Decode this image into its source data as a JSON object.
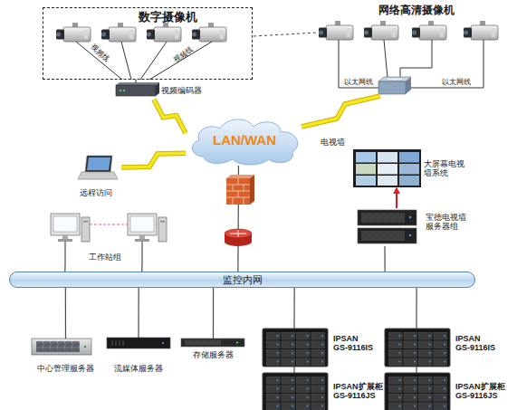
{
  "diagram": {
    "nodes": [
      {
        "text": [
          "数字摄像机"
        ]
      },
      {
        "text": [
          "视频编码器"
        ]
      },
      {
        "text": [
          "LAN/WAN"
        ]
      },
      {
        "text": [
          "远程访问"
        ]
      },
      {
        "text": [
          "工作站组"
        ]
      },
      {
        "text": [
          "监控内网"
        ]
      },
      {
        "text": [
          "电视墙",
          "大屏幕电视墙系统"
        ]
      },
      {
        "text": [
          "宝德电视墙服务器组"
        ]
      },
      {
        "text": [
          "中心管理服务器"
        ]
      },
      {
        "text": [
          "流媒体服务器"
        ]
      },
      {
        "text": [
          "存储服务器"
        ]
      },
      {
        "text": [
          "IPSAN GS-9116IS"
        ]
      },
      {
        "text": [
          "IPSAN扩展柜 GS-9116JS"
        ]
      },
      {
        "text": [
          "IPSAN GS-9116IS"
        ]
      },
      {
        "text": [
          "IPSAN扩展柜 GS-9116JS"
        ]
      }
    ],
    "edges": [
      {
        "from": 0,
        "to": 1,
        "arrow": "none"
      },
      {
        "from": 1,
        "to": 2,
        "arrow": "none"
      },
      {
        "from": 2,
        "to": 3,
        "arrow": "none"
      },
      {
        "from": 2,
        "to": 5,
        "arrow": "none"
      },
      {
        "from": 4,
        "to": 5,
        "arrow": "none"
      },
      {
        "from": 5,
        "to": 7,
        "arrow": "none"
      },
      {
        "from": 7,
        "to": 6,
        "arrow": "to"
      },
      {
        "from": 5,
        "to": 8,
        "arrow": "none"
      },
      {
        "from": 5,
        "to": 9,
        "arrow": "none"
      },
      {
        "from": 5,
        "to": 10,
        "arrow": "none"
      },
      {
        "from": 5,
        "to": 11,
        "arrow": "none"
      },
      {
        "from": 11,
        "to": 12,
        "arrow": "none"
      },
      {
        "from": 5,
        "to": 13,
        "arrow": "none"
      },
      {
        "from": 13,
        "to": 14,
        "arrow": "none"
      }
    ],
    "labels": [
      "视频线",
      "视频线",
      "网络高清摄像机",
      "以太网线",
      "以太网线"
    ]
  }
}
